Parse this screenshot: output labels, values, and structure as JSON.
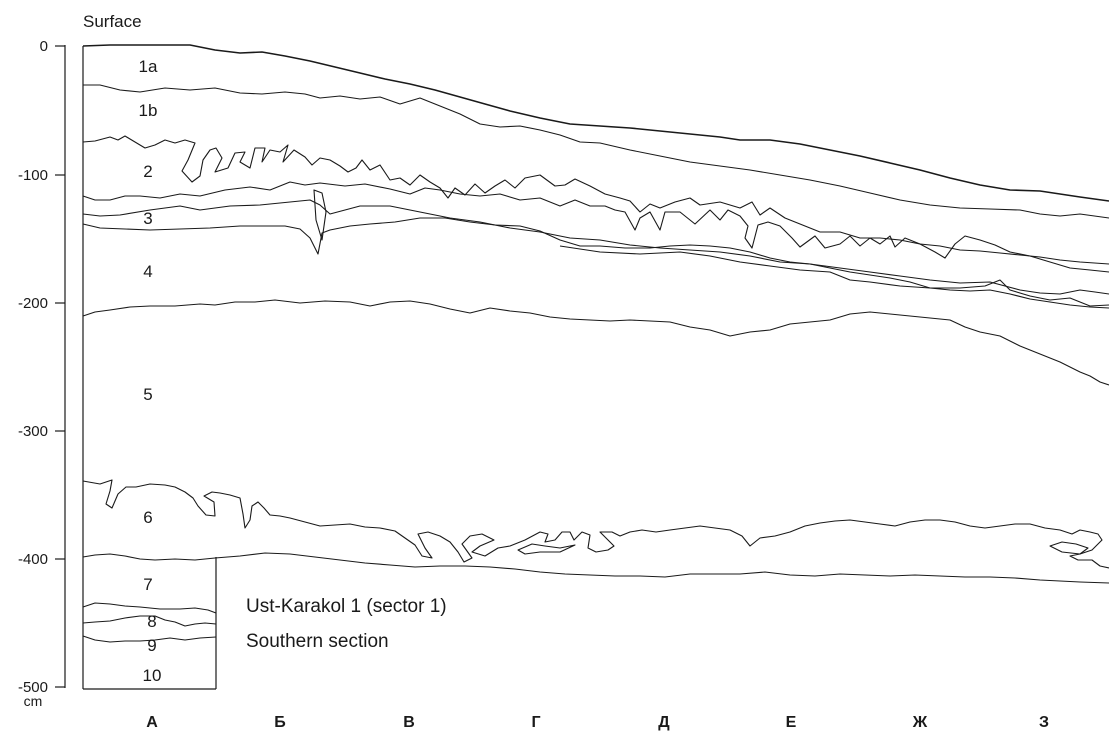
{
  "surface_label": "Surface",
  "caption": {
    "line1": "Ust-Karakol 1 (sector 1)",
    "line2": "Southern section"
  },
  "depth_axis": {
    "unit": "cm",
    "range": [
      0,
      -500
    ],
    "ticks": [
      "0",
      "-100",
      "-200",
      "-300",
      "-400",
      "-500"
    ]
  },
  "columns": [
    "А",
    "Б",
    "В",
    "Г",
    "Д",
    "Е",
    "Ж",
    "З"
  ],
  "layers": [
    "1a",
    "1b",
    "2",
    "3",
    "4",
    "5",
    "6",
    "7",
    "8",
    "9",
    "10"
  ],
  "colors": {
    "line": "#1a1a1a",
    "background": "#ffffff"
  }
}
